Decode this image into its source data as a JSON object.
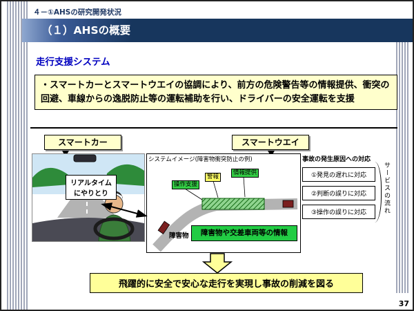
{
  "header": {
    "breadcrumb": "４－①AHSの研究開発状況",
    "title": "（１）AHSの概要"
  },
  "main": {
    "section_title": "走行支援システム",
    "summary": "・スマートカーとスマートウエイの協調により、前方の危険警告等の情報提供、衝突の回避、車線からの逸脱防止等の運転補助を行い、ドライバーの安全運転を支援",
    "smart_car_label": "スマートカー",
    "smart_way_label": "スマートウエイ",
    "realtime_line1": "リアルタイム",
    "realtime_line2": "にやりとり",
    "conclusion": "飛躍的に安全で安心な走行を実現し事故の削減を図る",
    "page_number": "37"
  },
  "diagram": {
    "title": "システムイメージ(障害物衝突防止の例)",
    "labels": [
      "操作支援",
      "警報",
      "情報提供"
    ],
    "obstacle_label": "障害物",
    "info_box": "障害物や交差車両等の情報"
  },
  "response": {
    "title": "事故の発生原因への対応",
    "items": [
      "①発見の遅れに対応",
      "②判断の誤りに対応",
      "③操作の誤りに対応"
    ],
    "flow_label": "サービスの流れ"
  },
  "colors": {
    "header_navy": "#17365D",
    "section_blue": "#0000C0",
    "cream": "#FFFFCC",
    "info_green": "#22CC44",
    "warn_yellow": "#FFFF66",
    "arrow_yellow": "#FFFF99"
  }
}
